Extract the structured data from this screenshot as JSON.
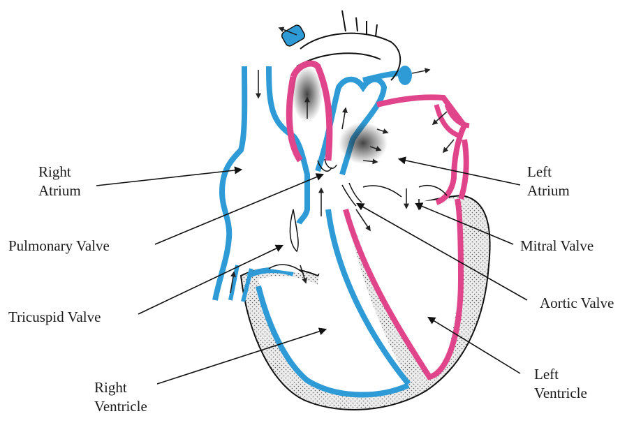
{
  "labels": {
    "right_atrium": "Right\nAtrium",
    "left_atrium": "Left\nAtrium",
    "pulmonary_valve": "Pulmonary Valve",
    "mitral_valve": "Mitral Valve",
    "tricuspid_valve": "Tricuspid Valve",
    "aortic_valve": "Aortic Valve",
    "right_ventricle": "Right\nVentricle",
    "left_ventricle": "Left\nVentricle"
  },
  "colors": {
    "deoxygenated": "#2e9bd6",
    "oxygenated": "#e0448a",
    "muscle": "#d9d9d9",
    "outline": "#111111"
  }
}
